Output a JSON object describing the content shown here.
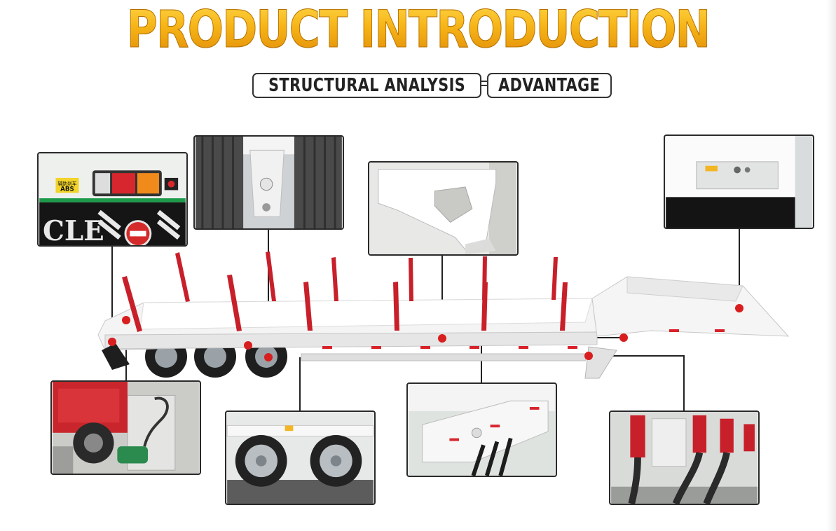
{
  "header": {
    "title": "PRODUCT INTRODUCTION",
    "tag_left": "STRUCTURAL ANALYSIS",
    "tag_right": "ADVANTAGE"
  },
  "photos": {
    "tail_lights": {
      "label_abs": "ABS",
      "label_sticker": "辅助刹车",
      "text_cle": "CLE"
    }
  },
  "colors": {
    "title_gold": "#f4b014",
    "callout_dot": "#d81e1e",
    "stake_red": "#c8202a",
    "frame_white": "#f2f2f2"
  }
}
